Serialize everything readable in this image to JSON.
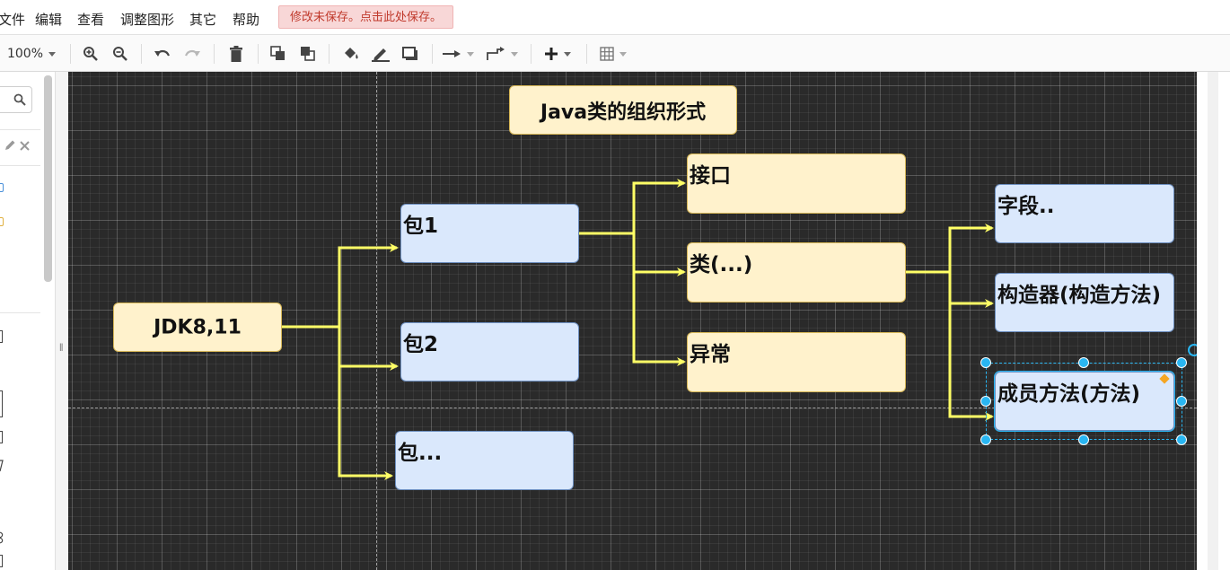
{
  "menu": {
    "items": [
      "文件",
      "编辑",
      "查看",
      "调整图形",
      "其它",
      "帮助"
    ],
    "unsaved_notice": "修改未保存。点击此处保存。"
  },
  "toolbar": {
    "zoom": "100%",
    "icons": [
      "zoom-in-icon",
      "zoom-out-icon",
      "undo-icon",
      "redo-icon",
      "delete-icon",
      "to-front-icon",
      "to-back-icon",
      "fill-color-icon",
      "line-color-icon",
      "shadow-icon",
      "connection-icon",
      "waypoints-icon",
      "insert-icon",
      "table-icon"
    ]
  },
  "diagram": {
    "title": "Java类的组织形式",
    "root": "JDK8,11",
    "packages": [
      "包1",
      "包2",
      "包..."
    ],
    "package1_children": [
      "接口",
      "类(...)",
      "异常"
    ],
    "class_members": [
      "字段..",
      "构造器(构造方法)",
      "成员方法(方法)"
    ],
    "colors": {
      "canvas": "#2a2a2a",
      "yellow_fill": "#fff2cc",
      "yellow_stroke": "#d6b656",
      "blue_fill": "#dae8fc",
      "blue_stroke": "#6c8ebf",
      "connector": "#ffff66",
      "selection": "#29b6f2"
    }
  }
}
